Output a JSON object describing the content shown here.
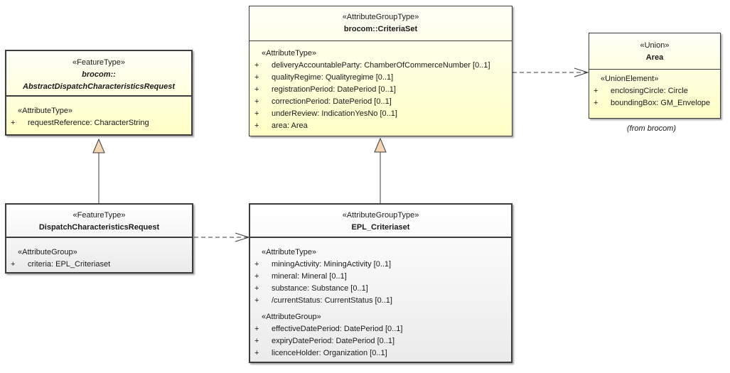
{
  "classes": {
    "abstract_request": {
      "stereotype": "«FeatureType»",
      "name_line1": "brocom::",
      "name_line2": "AbstractDispatchCharacteristicsRequest",
      "section_stereotype": "«AttributeType»",
      "attributes": [
        {
          "vis": "+",
          "text": "requestReference: CharacterString"
        }
      ]
    },
    "criteria_set": {
      "stereotype": "«AttributeGroupType»",
      "name": "brocom::CriteriaSet",
      "section_stereotype": "«AttributeType»",
      "attributes": [
        {
          "vis": "+",
          "text": "deliveryAccountableParty: ChamberOfCommerceNumber [0..1]"
        },
        {
          "vis": "+",
          "text": "qualityRegime: Qualityregime [0..1]"
        },
        {
          "vis": "+",
          "text": "registrationPeriod: DatePeriod [0..1]"
        },
        {
          "vis": "+",
          "text": "correctionPeriod: DatePeriod [0..1]"
        },
        {
          "vis": "+",
          "text": "underReview: IndicationYesNo [0..1]"
        },
        {
          "vis": "+",
          "text": "area: Area"
        }
      ]
    },
    "area": {
      "stereotype": "«Union»",
      "name": "Area",
      "section_stereotype": "«UnionElement»",
      "attributes": [
        {
          "vis": "+",
          "text": "enclosingCircle: Circle"
        },
        {
          "vis": "+",
          "text": "boundingBox: GM_Envelope"
        }
      ],
      "note": "(from brocom)"
    },
    "dispatch_request": {
      "stereotype": "«FeatureType»",
      "name": "DispatchCharacteristicsRequest",
      "section_stereotype": "«AttributeGroup»",
      "attributes": [
        {
          "vis": "+",
          "text": "criteria: EPL_Criteriaset"
        }
      ]
    },
    "epl_criteriaset": {
      "stereotype": "«AttributeGroupType»",
      "name": "EPL_Criteriaset",
      "section1_stereotype": "«AttributeType»",
      "section1_attributes": [
        {
          "vis": "+",
          "text": "miningActivity: MiningActivity [0..1]"
        },
        {
          "vis": "+",
          "text": "mineral: Mineral [0..1]"
        },
        {
          "vis": "+",
          "text": "substance: Substance [0..1]"
        },
        {
          "vis": "+",
          "text": "/currentStatus: CurrentStatus [0..1]"
        }
      ],
      "section2_stereotype": "«AttributeGroup»",
      "section2_attributes": [
        {
          "vis": "+",
          "text": "effectiveDatePeriod: DatePeriod [0..1]"
        },
        {
          "vis": "+",
          "text": "expiryDatePeriod: DatePeriod [0..1]"
        },
        {
          "vis": "+",
          "text": "licenceHolder: Organization [0..1]"
        }
      ]
    }
  },
  "colors": {
    "class_fill_yellow": "#ffffc6",
    "class_fill_gray": "#ebebeb",
    "line": "#3c3c3c",
    "generalization_arrow_fill": "#f5d6b4"
  }
}
